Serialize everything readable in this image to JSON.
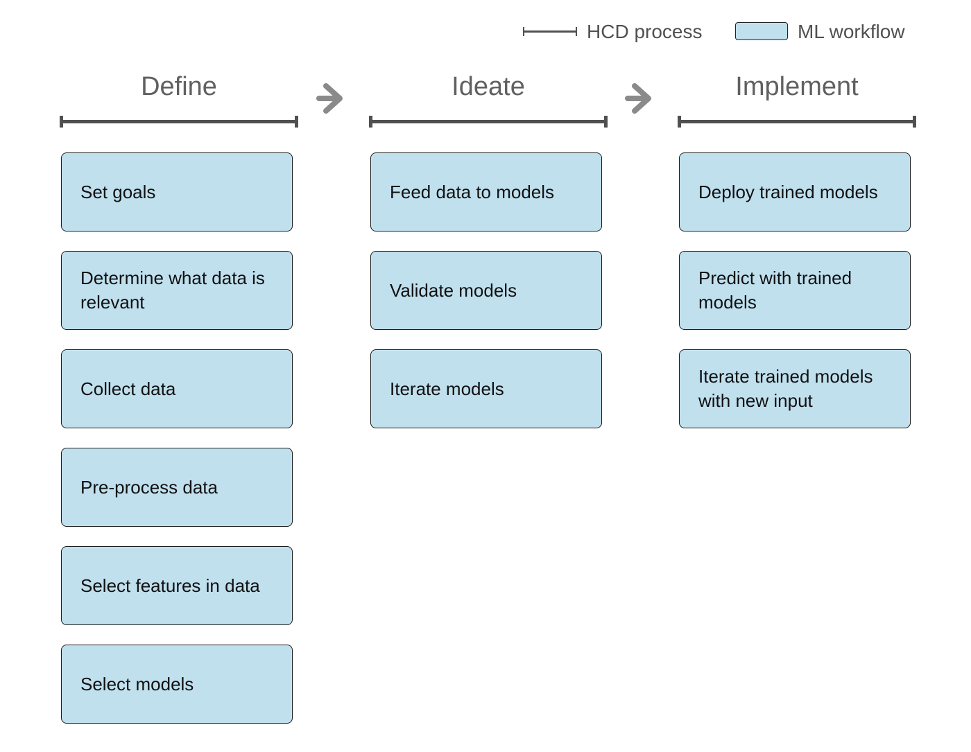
{
  "legend": {
    "hcd_label": "HCD process",
    "ml_label": "ML workflow"
  },
  "colors": {
    "box_fill": "#c0e0ee",
    "box_border": "#1a1a1a",
    "bar": "#505050",
    "arrow": "#8a8a8a",
    "title": "#606060"
  },
  "phases": [
    {
      "title": "Define",
      "steps": [
        "Set goals",
        "Determine what data is relevant",
        "Collect data",
        "Pre-process data",
        "Select features in data",
        "Select models"
      ]
    },
    {
      "title": "Ideate",
      "steps": [
        "Feed data to models",
        "Validate models",
        "Iterate models"
      ]
    },
    {
      "title": "Implement",
      "steps": [
        "Deploy trained models",
        "Predict with trained models",
        "Iterate trained models with new input"
      ]
    }
  ]
}
